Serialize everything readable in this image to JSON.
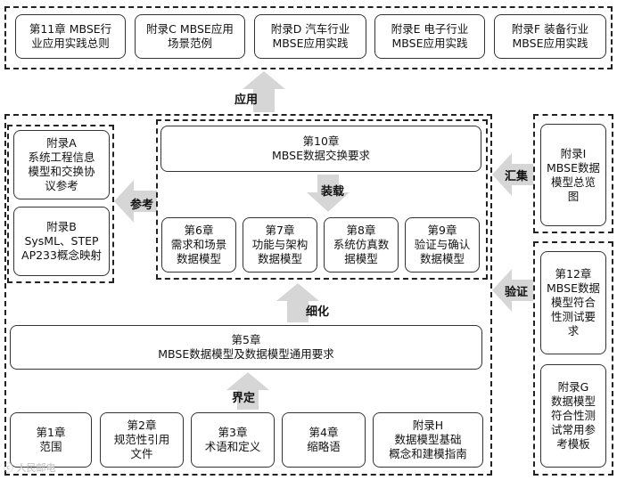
{
  "colors": {
    "arrow": "#d6d6d6",
    "border": "#222222",
    "box_border": "#333333",
    "watermark": "#b9b9b9"
  },
  "top_row": [
    "第11章 MBSE行\n业应用实践总则",
    "附录C MBSE应用\n场景范例",
    "附录D 汽车行业\nMBSE应用实践",
    "附录E 电子行业\nMBSE应用实践",
    "附录F 装备行业\nMBSE应用实践"
  ],
  "left_group": [
    "附录A\n系统工程信息\n模型和交换协\n议参考",
    "附录B\nSysML、STEP\nAP233概念映射"
  ],
  "chapter10": "第10章\nMBSE数据交换要求",
  "model_row": [
    "第6章\n需求和场景\n数据模型",
    "第7章\n功能与架构\n数据模型",
    "第8章\n系统仿真数\n据模型",
    "第9章\n验证与确认\n数据模型"
  ],
  "chapter5": "第5章\nMBSE数据模型及数据模型通用要求",
  "bottom_row": [
    "第1章\n范围",
    "第2章\n规范性引用\n文件",
    "第3章\n术语和定义",
    "第4章\n缩略语",
    "附录H\n数据模型基础\n概念和建模指南"
  ],
  "right_top": "附录I\nMBSE数据\n模型总览\n图",
  "right_bottom": [
    "第12章\nMBSE数据\n模型符合\n性测试要\n求",
    "附录G\n数据模型\n符合性测\n试常用参\n考模板"
  ],
  "labels": {
    "apply": "应用",
    "reference": "参考",
    "load": "装载",
    "refine": "细化",
    "define": "界定",
    "summarize": "汇集",
    "verify": "验证"
  },
  "watermark": "ⓒ 人民邮电"
}
